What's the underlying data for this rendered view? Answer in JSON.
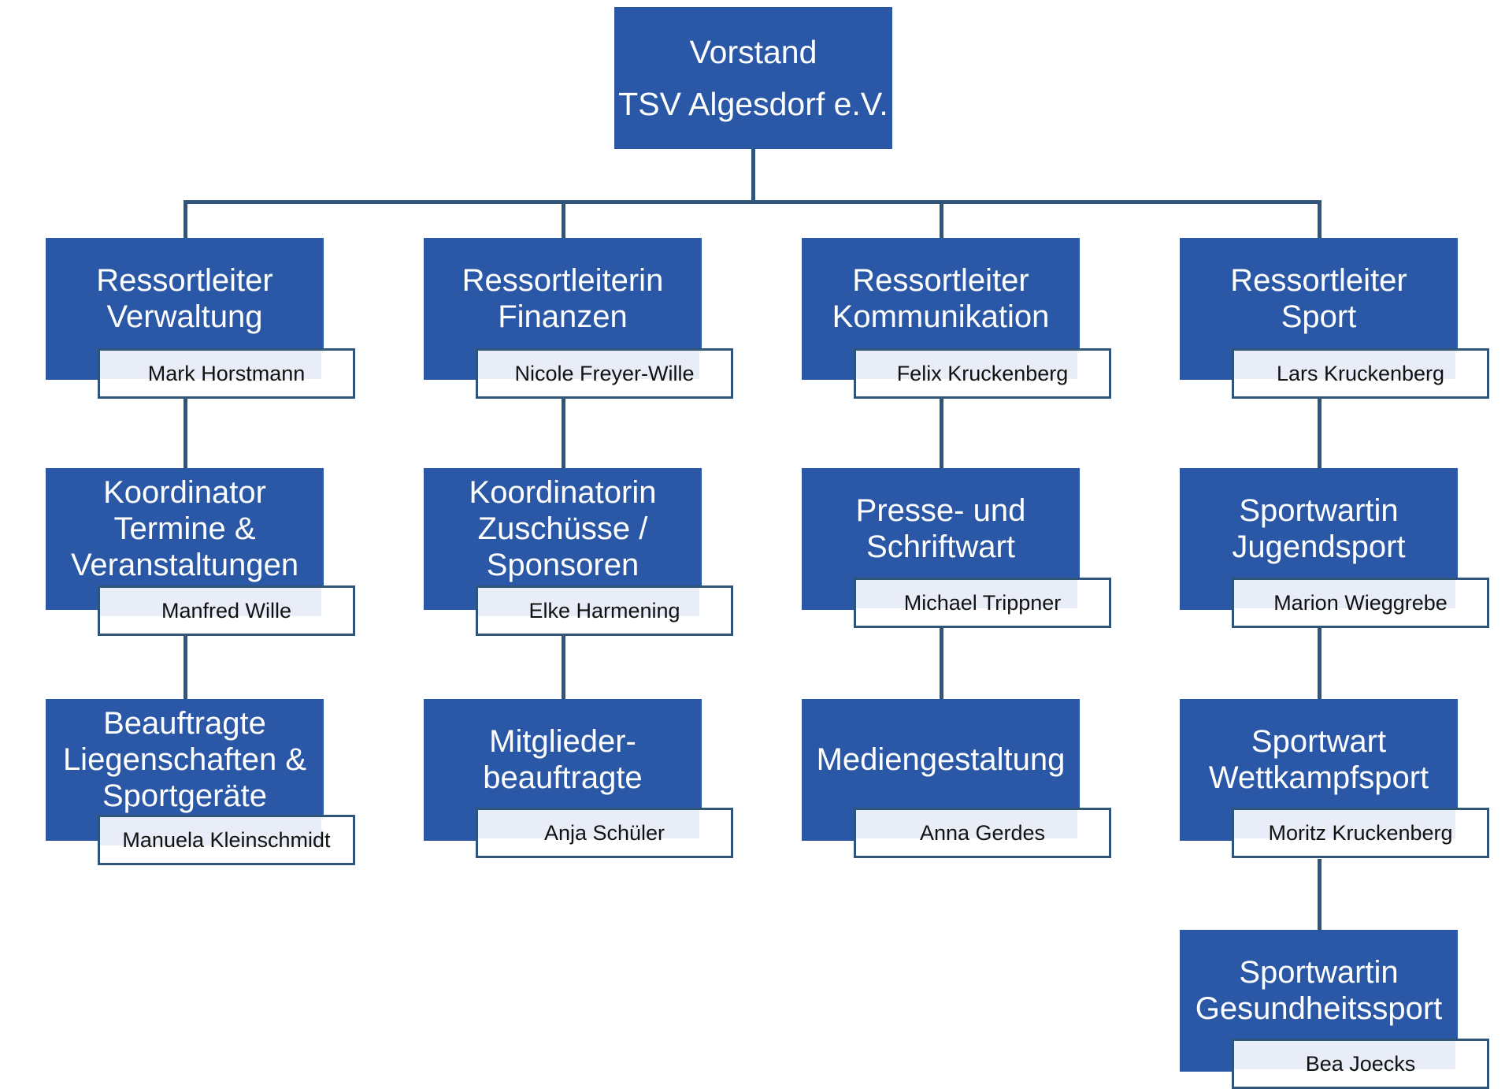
{
  "org_chart": {
    "top": {
      "line1": "Vorstand",
      "line2": "TSV Algesdorf e.V."
    },
    "columns": [
      {
        "nodes": [
          {
            "title": "Ressortleiter\nVerwaltung",
            "name": "Mark Horstmann"
          },
          {
            "title": "Koordinator\nTermine &\nVeranstaltungen",
            "name": "Manfred Wille"
          },
          {
            "title": "Beauftragte\nLiegenschaften &\nSportgeräte",
            "name": "Manuela Kleinschmidt"
          }
        ]
      },
      {
        "nodes": [
          {
            "title": "Ressortleiterin\nFinanzen",
            "name": "Nicole Freyer-Wille"
          },
          {
            "title": "Koordinatorin\nZuschüsse /\nSponsoren",
            "name": "Elke Harmening"
          },
          {
            "title": "Mitglieder-\nbeauftragte",
            "name": "Anja Schüler"
          }
        ]
      },
      {
        "nodes": [
          {
            "title": "Ressortleiter\nKommunikation",
            "name": "Felix Kruckenberg"
          },
          {
            "title": "Presse- und\nSchriftwart",
            "name": "Michael Trippner"
          },
          {
            "title": "Mediengestaltung",
            "name": "Anna Gerdes"
          }
        ]
      },
      {
        "nodes": [
          {
            "title": "Ressortleiter\nSport",
            "name": "Lars Kruckenberg"
          },
          {
            "title": "Sportwartin\nJugendsport",
            "name": "Marion Wieggrebe"
          },
          {
            "title": "Sportwart\nWettkampfsport",
            "name": "Moritz Kruckenberg"
          },
          {
            "title": "Sportwartin\nGesundheitssport",
            "name": "Bea Joecks"
          }
        ]
      }
    ]
  },
  "colors": {
    "box_fill": "#2b58a6",
    "connector": "#2f5578",
    "name_tint": "#e8edf7"
  }
}
